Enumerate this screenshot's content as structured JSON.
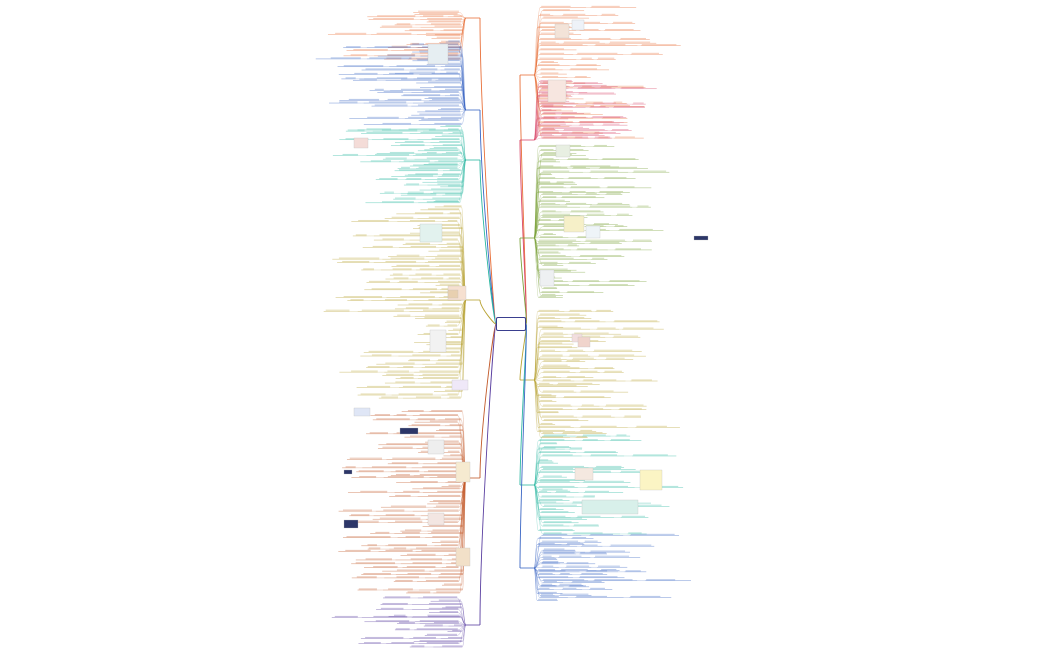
{
  "central_topic": "",
  "branches": [
    {
      "id": "b1",
      "label": "",
      "color": "#e8703a",
      "side": "right"
    },
    {
      "id": "b2",
      "label": "",
      "color": "#d9486a",
      "side": "right"
    },
    {
      "id": "b3",
      "label": "",
      "color": "#7aa23a",
      "side": "right"
    },
    {
      "id": "b4",
      "label": "",
      "color": "#b8a232",
      "side": "right"
    },
    {
      "id": "b5",
      "label": "",
      "color": "#2bb7a0",
      "side": "right"
    },
    {
      "id": "b6",
      "label": "",
      "color": "#3a66c4",
      "side": "right"
    },
    {
      "id": "b7",
      "label": "",
      "color": "#e8703a",
      "side": "left"
    },
    {
      "id": "b8",
      "label": "",
      "color": "#3a66c4",
      "side": "left"
    },
    {
      "id": "b9",
      "label": "",
      "color": "#2bb7a0",
      "side": "left"
    },
    {
      "id": "b10",
      "label": "",
      "color": "#b8a232",
      "side": "left"
    },
    {
      "id": "b11",
      "label": "",
      "color": "#c25a2a",
      "side": "left"
    },
    {
      "id": "b12",
      "label": "",
      "color": "#5a3fa0",
      "side": "left"
    }
  ]
}
